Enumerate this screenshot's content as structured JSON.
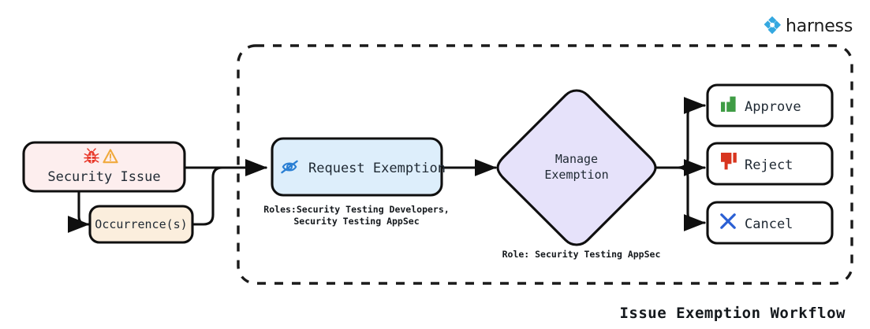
{
  "brand": {
    "name": "harness",
    "logo_icon": "harness-logo-icon",
    "logo_color": "#34a8e0"
  },
  "workflow": {
    "title": "Issue Exemption Workflow"
  },
  "nodes": {
    "security_issue": {
      "label": "Security Issue",
      "icons": [
        "bug-icon",
        "warning-triangle-icon"
      ],
      "fill": "#fdeeee",
      "stroke": "#0f0f0f"
    },
    "occurrences": {
      "label": "Occurrence(s)",
      "fill": "#fbeedd",
      "stroke": "#0f0f0f"
    },
    "request_exemption": {
      "label": "Request Exemption",
      "icon": "eye-slash-icon",
      "icon_color": "#2a7fd4",
      "fill": "#ddeefb",
      "stroke": "#0f0f0f",
      "caption_line1": "Roles:Security Testing Developers,",
      "caption_line2": "Security Testing AppSec"
    },
    "manage_exemption": {
      "label_line1": "Manage",
      "label_line2": "Exemption",
      "fill": "#e6e2fa",
      "stroke": "#0f0f0f",
      "caption": "Role: Security Testing AppSec"
    },
    "approve": {
      "label": "Approve",
      "icon": "thumbs-up-icon",
      "icon_color": "#3f9c45",
      "fill": "#ffffff",
      "stroke": "#0f0f0f"
    },
    "reject": {
      "label": "Reject",
      "icon": "thumbs-down-icon",
      "icon_color": "#d8351f",
      "fill": "#ffffff",
      "stroke": "#0f0f0f"
    },
    "cancel": {
      "label": "Cancel",
      "icon": "cross-x-icon",
      "icon_color": "#2a5fd4",
      "fill": "#ffffff",
      "stroke": "#0f0f0f"
    }
  }
}
